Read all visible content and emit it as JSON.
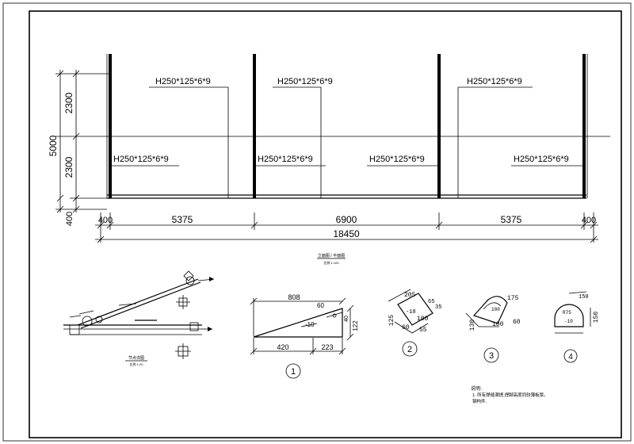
{
  "elevation": {
    "member_label": "H250*125*6*9",
    "dim_total_height": "5000",
    "dim_upper": "2300",
    "dim_lower": "2300",
    "dim_base": "400",
    "dim_left_end": "400",
    "dim_right_end": "400",
    "dim_spans": [
      "5375",
      "6900",
      "5375"
    ],
    "dim_total_length": "18450",
    "caption_main": "立面图 / 平面图",
    "caption_sub": "比例 1:100"
  },
  "details": {
    "detail_1": {
      "dim_top": "808",
      "dim_bottom_left": "420",
      "dim_bottom_right": "223",
      "dim_right": "122",
      "dim_right_b": "40",
      "dim_small": "60",
      "label_thickness": "-10",
      "number": "1"
    },
    "detail_2": {
      "dims": [
        "205",
        "65",
        "35",
        "125",
        "100",
        "60",
        "55"
      ],
      "inner_label": "-10",
      "number": "2"
    },
    "detail_3": {
      "dims": [
        "175",
        "100",
        "60",
        "130"
      ],
      "inner_label": "100",
      "number": "3"
    },
    "detail_4": {
      "dims": [
        "150",
        "R75",
        "150"
      ],
      "inner_label": "-10",
      "number": "4"
    },
    "node_caption": "节点详图",
    "node_caption_sub": "比例 1:20"
  },
  "notes": {
    "title": "说明:",
    "line_1": "1. 所有焊缝满焊,焊脚高度同较薄板厚。",
    "line_2": "钢构件."
  }
}
